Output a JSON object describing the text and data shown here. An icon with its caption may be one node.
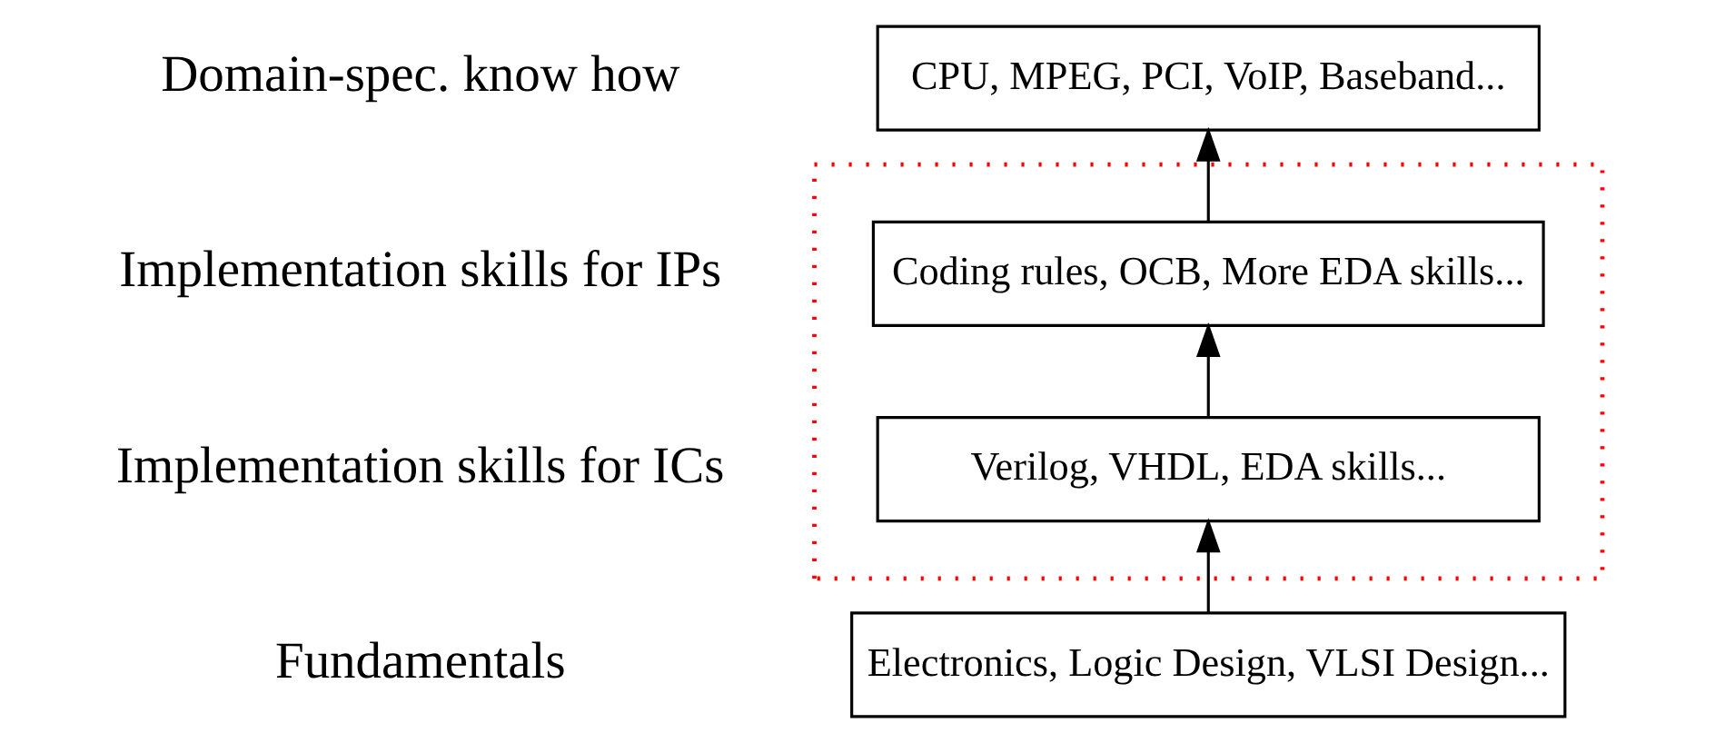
{
  "diagram": {
    "nodes": [
      {
        "text": [
          "CPU, MPEG, PCI, VoIP, Baseband..."
        ]
      },
      {
        "text": [],
        "shape": "box"
      },
      {
        "text": [
          "Coding rules, OCB, More EDA skills..."
        ],
        "in": 1
      },
      {
        "text": [
          "Verilog, VHDL, EDA skills..."
        ],
        "in": 1
      },
      {
        "text": [
          "Electronics, Logic Design, VLSI Design..."
        ]
      }
    ],
    "edges": [
      {
        "from": 4,
        "to": 3,
        "arrow": "to"
      },
      {
        "from": 3,
        "to": 2,
        "arrow": "to"
      },
      {
        "from": 2,
        "to": 0,
        "arrow": "to"
      }
    ],
    "labels": [
      "Domain-spec. know how",
      "Implementation skills for IPs",
      "Implementation skills for ICs",
      "Fundamentals"
    ]
  }
}
